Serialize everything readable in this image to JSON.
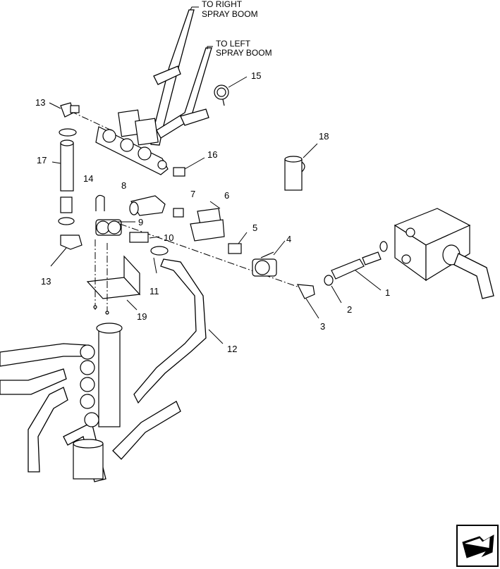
{
  "callouts": {
    "to_right": [
      "TO RIGHT",
      "SPRAY BOOM"
    ],
    "to_left": [
      "TO LEFT",
      "SPRAY BOOM"
    ]
  },
  "part_labels": {
    "p1": "1",
    "p2": "2",
    "p3": "3",
    "p4": "4",
    "p5": "5",
    "p6": "6",
    "p7": "7",
    "p8": "8",
    "p9": "9",
    "p10": "10",
    "p11": "11",
    "p12": "12",
    "p13a": "13",
    "p13b": "13",
    "p14": "14",
    "p15": "15",
    "p16": "16",
    "p17": "17",
    "p18": "18",
    "p19": "19"
  },
  "icons": {
    "nav": "next-page-arrow-icon"
  }
}
